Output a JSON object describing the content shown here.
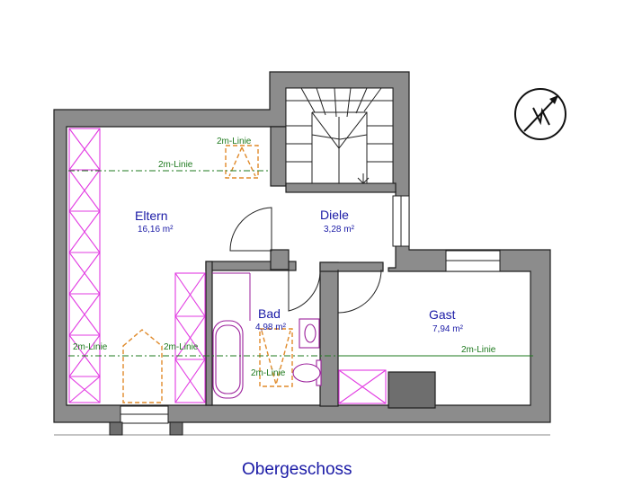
{
  "title": "Obergeschoss",
  "rooms": {
    "eltern": {
      "name": "Eltern",
      "area": "16,16 m²"
    },
    "diele": {
      "name": "Diele",
      "area": "3,28 m²"
    },
    "bad": {
      "name": "Bad",
      "area": "4,98 m²"
    },
    "gast": {
      "name": "Gast",
      "area": "7,94 m²"
    }
  },
  "height_lines": {
    "label": "2m-Linie"
  },
  "colors": {
    "wall": "#8c8c8c",
    "text": "#1a1aa6",
    "height_line": "#1e7a1e",
    "roof_window": "#e08a2a",
    "beam": "#e23be2"
  },
  "icons": {
    "north_arrow": "north-arrow-icon"
  }
}
